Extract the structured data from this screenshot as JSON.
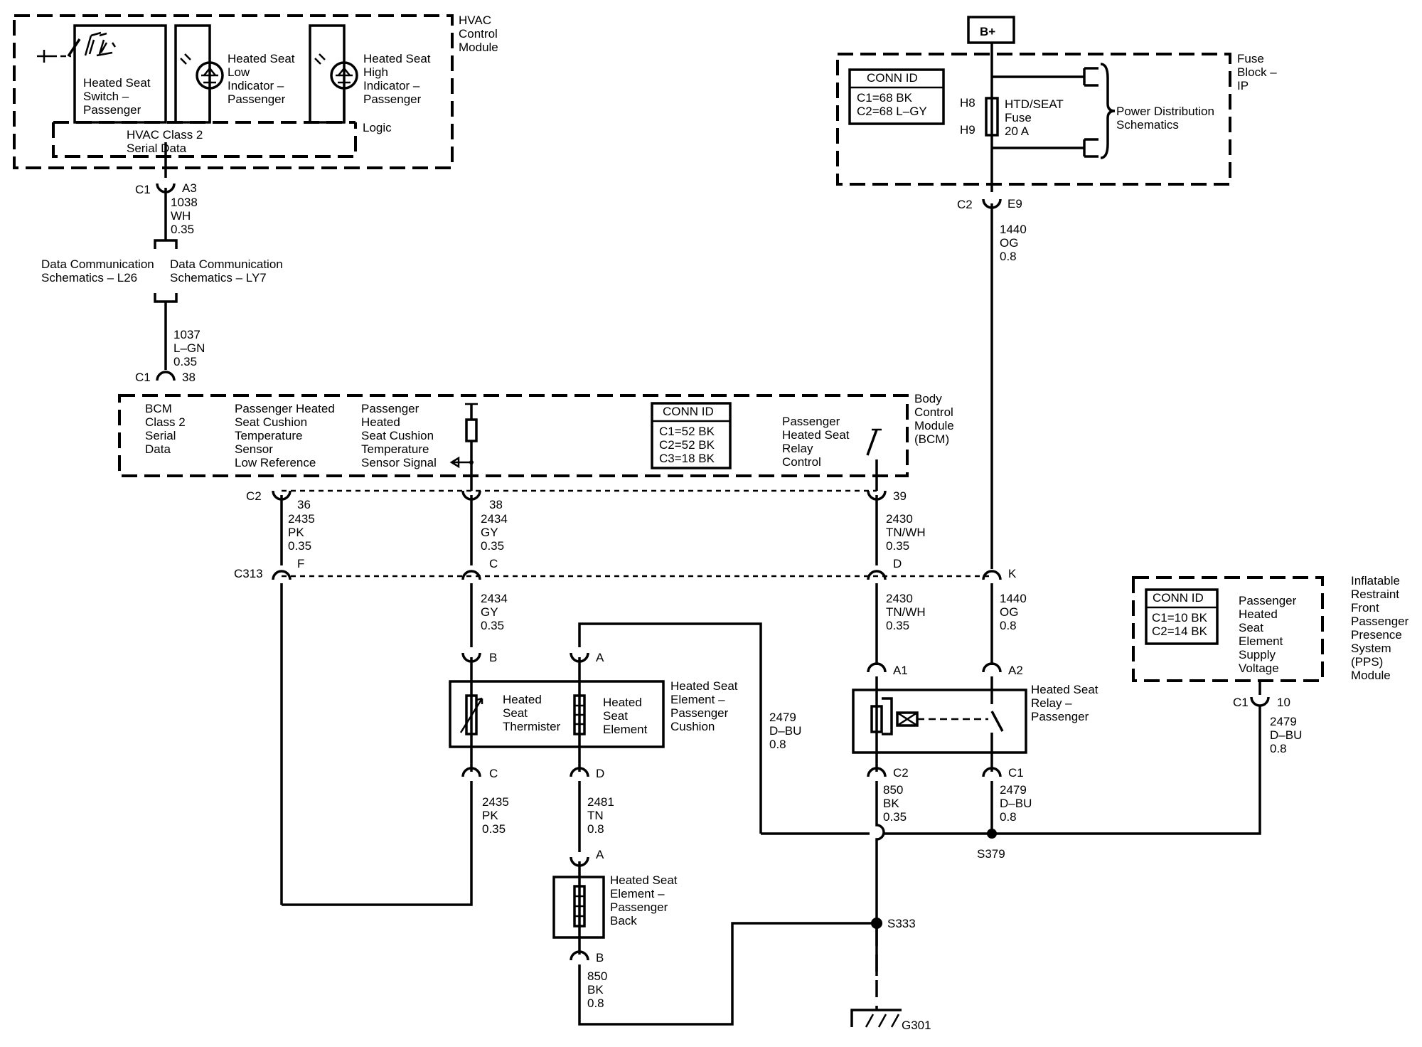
{
  "hvac": {
    "module_label": [
      "HVAC",
      "Control",
      "Module"
    ],
    "switch_label": [
      "Heated Seat",
      "Switch –",
      "Passenger"
    ],
    "low_indicator": [
      "Heated Seat",
      "Low",
      "Indicator –",
      "Passenger"
    ],
    "high_indicator": [
      "Heated Seat",
      "High",
      "Indicator –",
      "Passenger"
    ],
    "logic": "Logic",
    "serial_data": [
      "HVAC Class 2",
      "Serial Data"
    ],
    "connector": "C1",
    "pin": "A3",
    "wire": [
      "1038",
      "WH",
      "0.35"
    ]
  },
  "data_comm": {
    "left": [
      "Data Communication",
      "Schematics – L26"
    ],
    "right": [
      "Data Communication",
      "Schematics – LY7"
    ]
  },
  "wire_1037": [
    "1037",
    "L–GN",
    "0.35"
  ],
  "bcm_top_conn": {
    "connector": "C1",
    "pin": "38"
  },
  "bcm": {
    "module_label": [
      "Body",
      "Control",
      "Module",
      "(BCM)"
    ],
    "serial": [
      "BCM",
      "Class 2",
      "Serial",
      "Data"
    ],
    "low_ref": [
      "Passenger Heated",
      "Seat Cushion",
      "Temperature",
      "Sensor",
      "Low Reference"
    ],
    "signal": [
      "Passenger",
      "Heated",
      "Seat Cushion",
      "Temperature",
      "Sensor Signal"
    ],
    "relay_ctrl": [
      "Passenger",
      "Heated Seat",
      "Relay",
      "Control"
    ],
    "conn_id_title": "CONN ID",
    "conn_ids": [
      "C1=52 BK",
      "C2=52 BK",
      "C3=18 BK"
    ]
  },
  "bcm_c2": {
    "connector": "C2",
    "pins": [
      "36",
      "38",
      "39"
    ]
  },
  "wires_mid": {
    "pk": [
      "2435",
      "PK",
      "0.35"
    ],
    "gy": [
      "2434",
      "GY",
      "0.35"
    ],
    "tnwh": [
      "2430",
      "TN/WH",
      "0.35"
    ]
  },
  "c313": {
    "connector": "C313",
    "pins": [
      "F",
      "C",
      "D",
      "K"
    ]
  },
  "wires_low": {
    "gy": [
      "2434",
      "GY",
      "0.35"
    ],
    "tnwh": [
      "2430",
      "TN/WH",
      "0.35"
    ],
    "og": [
      "1440",
      "OG",
      "0.8"
    ]
  },
  "fuse_block": {
    "label": [
      "Fuse",
      "Block –",
      "IP"
    ],
    "conn_id_title": "CONN ID",
    "conn_ids": [
      "C1=68 BK",
      "C2=68 L–GY"
    ],
    "h8": "H8",
    "h9": "H9",
    "fuse": [
      "HTD/SEAT",
      "Fuse",
      "20 A"
    ],
    "power_dist": [
      "Power Distribution",
      "Schematics"
    ],
    "b_plus": "B+",
    "connector": "C2",
    "pin": "E9",
    "wire": [
      "1440",
      "OG",
      "0.8"
    ]
  },
  "cushion": {
    "pins": {
      "b": "B",
      "a": "A",
      "c": "C",
      "d": "D"
    },
    "thermistor": [
      "Heated",
      "Seat",
      "Thermister"
    ],
    "element": [
      "Heated",
      "Seat",
      "Element"
    ],
    "label": [
      "Heated Seat",
      "Element –",
      "Passenger",
      "Cushion"
    ]
  },
  "wires_cushion_out": {
    "pk": [
      "2435",
      "PK",
      "0.35"
    ],
    "tn": [
      "2481",
      "TN",
      "0.8"
    ]
  },
  "back": {
    "pin_a": "A",
    "pin_b": "B",
    "label": [
      "Heated Seat",
      "Element –",
      "Passenger",
      "Back"
    ],
    "wire": [
      "850",
      "BK",
      "0.8"
    ]
  },
  "wire_2479_left": [
    "2479",
    "D–BU",
    "0.8"
  ],
  "relay": {
    "pins": {
      "a1": "A1",
      "a2": "A2",
      "c2": "C2",
      "c1": "C1"
    },
    "label": [
      "Heated Seat",
      "Relay –",
      "Passenger"
    ]
  },
  "wires_relay_out": {
    "bk": [
      "850",
      "BK",
      "0.35"
    ],
    "dbu": [
      "2479",
      "D–BU",
      "0.8"
    ]
  },
  "splices": {
    "s379": "S379",
    "s333": "S333"
  },
  "ground": "G301",
  "pps": {
    "label": [
      "Inflatable",
      "Restraint",
      "Front",
      "Passenger",
      "Presence",
      "System",
      "(PPS)",
      "Module"
    ],
    "conn_id_title": "CONN ID",
    "conn_ids": [
      "C1=10 BK",
      "C2=14 BK"
    ],
    "supply": [
      "Passenger",
      "Heated",
      "Seat",
      "Element",
      "Supply",
      "Voltage"
    ],
    "connector": "C1",
    "pin": "10",
    "wire": [
      "2479",
      "D–BU",
      "0.8"
    ]
  }
}
